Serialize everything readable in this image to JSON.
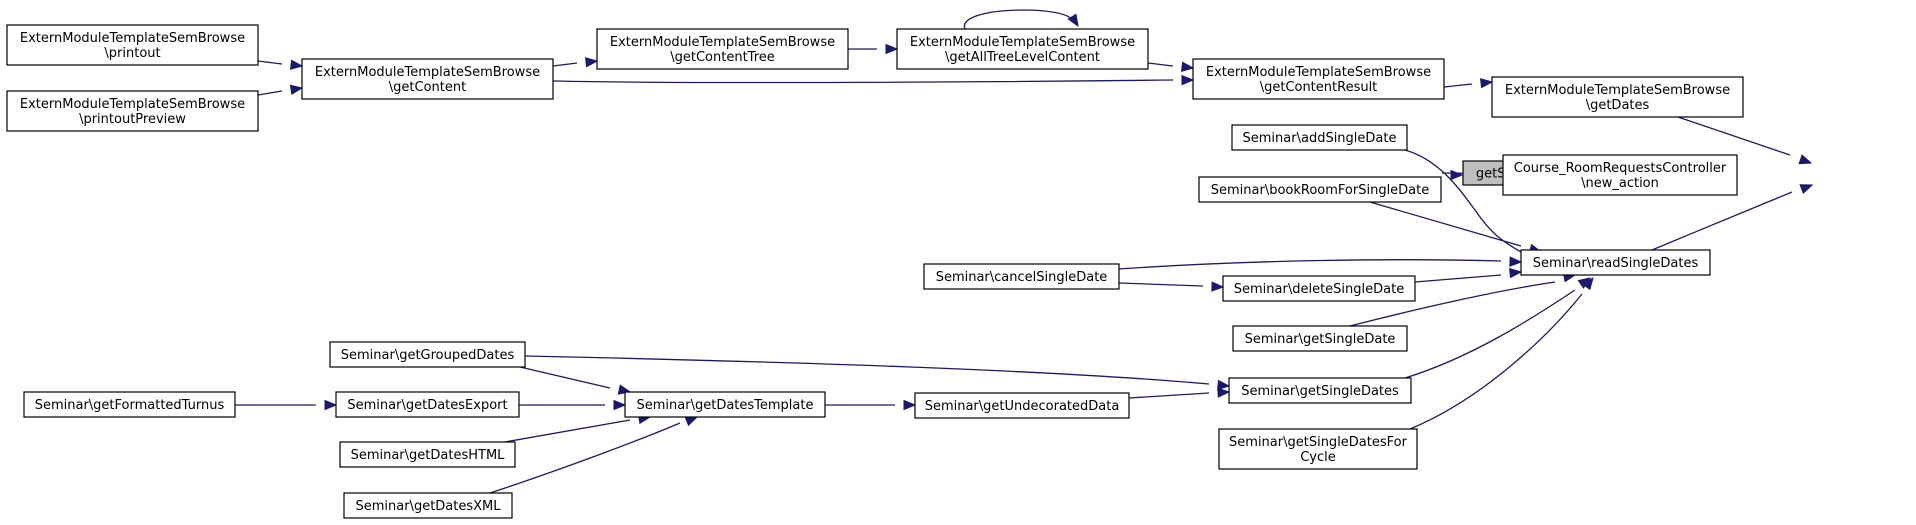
{
  "diagram": {
    "type": "call-graph",
    "colors": {
      "edge": "#191970",
      "node_border": "#000000",
      "node_fill": "#ffffff",
      "root_fill": "#bfbfbf",
      "text": "#000000",
      "background": "#ffffff"
    },
    "nodes": [
      {
        "id": "getSingleDates_root",
        "lines": [
          "getSingleDates"
        ],
        "root": true
      },
      {
        "id": "em_getDates",
        "lines": [
          "ExternModuleTemplateSemBrowse",
          "\\getDates"
        ]
      },
      {
        "id": "crr_new_action",
        "lines": [
          "Course_RoomRequestsController",
          "\\new_action"
        ]
      },
      {
        "id": "readSingleDates",
        "lines": [
          "Seminar\\readSingleDates"
        ]
      },
      {
        "id": "em_getContentResult",
        "lines": [
          "ExternModuleTemplateSemBrowse",
          "\\getContentResult"
        ]
      },
      {
        "id": "em_getAllTreeLevelContent",
        "lines": [
          "ExternModuleTemplateSemBrowse",
          "\\getAllTreeLevelContent"
        ]
      },
      {
        "id": "em_getContent",
        "lines": [
          "ExternModuleTemplateSemBrowse",
          "\\getContent"
        ]
      },
      {
        "id": "em_getContentTree",
        "lines": [
          "ExternModuleTemplateSemBrowse",
          "\\getContentTree"
        ]
      },
      {
        "id": "em_printout",
        "lines": [
          "ExternModuleTemplateSemBrowse",
          "\\printout"
        ]
      },
      {
        "id": "em_printoutPreview",
        "lines": [
          "ExternModuleTemplateSemBrowse",
          "\\printoutPreview"
        ]
      },
      {
        "id": "addSingleDate",
        "lines": [
          "Seminar\\addSingleDate"
        ]
      },
      {
        "id": "bookRoomForSingleDate",
        "lines": [
          "Seminar\\bookRoomForSingleDate"
        ]
      },
      {
        "id": "cancelSingleDate",
        "lines": [
          "Seminar\\cancelSingleDate"
        ]
      },
      {
        "id": "deleteSingleDate",
        "lines": [
          "Seminar\\deleteSingleDate"
        ]
      },
      {
        "id": "getSingleDate",
        "lines": [
          "Seminar\\getSingleDate"
        ]
      },
      {
        "id": "sem_getSingleDates",
        "lines": [
          "Seminar\\getSingleDates"
        ]
      },
      {
        "id": "getSingleDatesForCycle",
        "lines": [
          "Seminar\\getSingleDatesFor",
          "Cycle"
        ]
      },
      {
        "id": "getUndecoratedData",
        "lines": [
          "Seminar\\getUndecoratedData"
        ]
      },
      {
        "id": "getDatesTemplate",
        "lines": [
          "Seminar\\getDatesTemplate"
        ]
      },
      {
        "id": "getGroupedDates",
        "lines": [
          "Seminar\\getGroupedDates"
        ]
      },
      {
        "id": "getDatesExport",
        "lines": [
          "Seminar\\getDatesExport"
        ]
      },
      {
        "id": "getDatesHTML",
        "lines": [
          "Seminar\\getDatesHTML"
        ]
      },
      {
        "id": "getDatesXML",
        "lines": [
          "Seminar\\getDatesXML"
        ]
      },
      {
        "id": "getFormattedTurnus",
        "lines": [
          "Seminar\\getFormattedTurnus"
        ]
      }
    ],
    "edges": [
      {
        "from": "em_getDates",
        "to": "getSingleDates_root"
      },
      {
        "from": "crr_new_action",
        "to": "getSingleDates_root"
      },
      {
        "from": "readSingleDates",
        "to": "getSingleDates_root"
      },
      {
        "from": "em_getContentResult",
        "to": "em_getDates"
      },
      {
        "from": "em_getAllTreeLevelContent",
        "to": "em_getContentResult"
      },
      {
        "from": "em_getContent",
        "to": "em_getContentResult"
      },
      {
        "from": "em_getAllTreeLevelContent",
        "to": "em_getAllTreeLevelContent"
      },
      {
        "from": "em_getContentTree",
        "to": "em_getAllTreeLevelContent"
      },
      {
        "from": "em_getContent",
        "to": "em_getContentTree"
      },
      {
        "from": "em_printout",
        "to": "em_getContent"
      },
      {
        "from": "em_printoutPreview",
        "to": "em_getContent"
      },
      {
        "from": "addSingleDate",
        "to": "readSingleDates"
      },
      {
        "from": "bookRoomForSingleDate",
        "to": "readSingleDates"
      },
      {
        "from": "cancelSingleDate",
        "to": "readSingleDates"
      },
      {
        "from": "deleteSingleDate",
        "to": "readSingleDates"
      },
      {
        "from": "getSingleDate",
        "to": "readSingleDates"
      },
      {
        "from": "sem_getSingleDates",
        "to": "readSingleDates"
      },
      {
        "from": "getSingleDatesForCycle",
        "to": "readSingleDates"
      },
      {
        "from": "cancelSingleDate",
        "to": "deleteSingleDate"
      },
      {
        "from": "getUndecoratedData",
        "to": "sem_getSingleDates"
      },
      {
        "from": "getGroupedDates",
        "to": "sem_getSingleDates"
      },
      {
        "from": "getDatesTemplate",
        "to": "getUndecoratedData"
      },
      {
        "from": "getGroupedDates",
        "to": "getDatesTemplate"
      },
      {
        "from": "getDatesExport",
        "to": "getDatesTemplate"
      },
      {
        "from": "getDatesHTML",
        "to": "getDatesTemplate"
      },
      {
        "from": "getDatesXML",
        "to": "getDatesTemplate"
      },
      {
        "from": "getFormattedTurnus",
        "to": "getDatesExport"
      }
    ]
  }
}
